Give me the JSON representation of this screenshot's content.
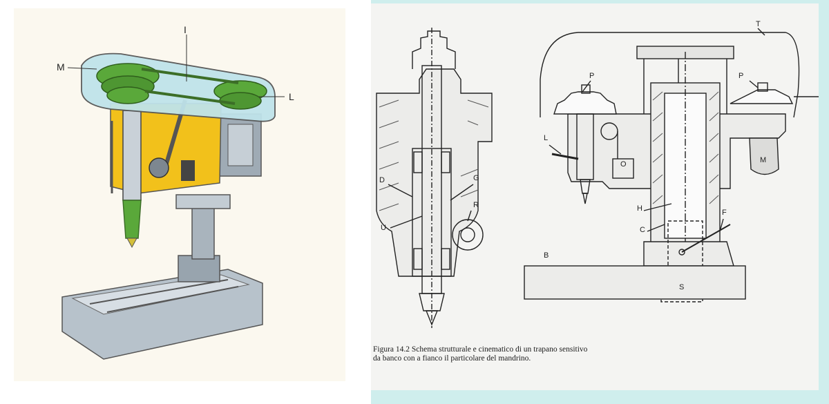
{
  "left_figure": {
    "labels": {
      "M": "M",
      "L": "L",
      "I": "I"
    }
  },
  "right_figure": {
    "labels": {
      "T": "T",
      "P1": "P",
      "P2": "P",
      "L": "L",
      "O": "O",
      "M": "M",
      "D": "D",
      "G": "G",
      "R": "R",
      "U": "U",
      "H": "H",
      "C": "C",
      "F": "F",
      "B": "B",
      "S": "S"
    },
    "caption": "Figura 14.2  Schema strutturale e cinematico di un trapano sensitivo da banco con a fianco il particolare del mandrino."
  },
  "colors": {
    "green": "#5aa83a",
    "yellow": "#f2c11b",
    "hood_blue": "#bfe3ea",
    "steel": "#a9b4bd",
    "teal_frame": "#cfeeed"
  }
}
